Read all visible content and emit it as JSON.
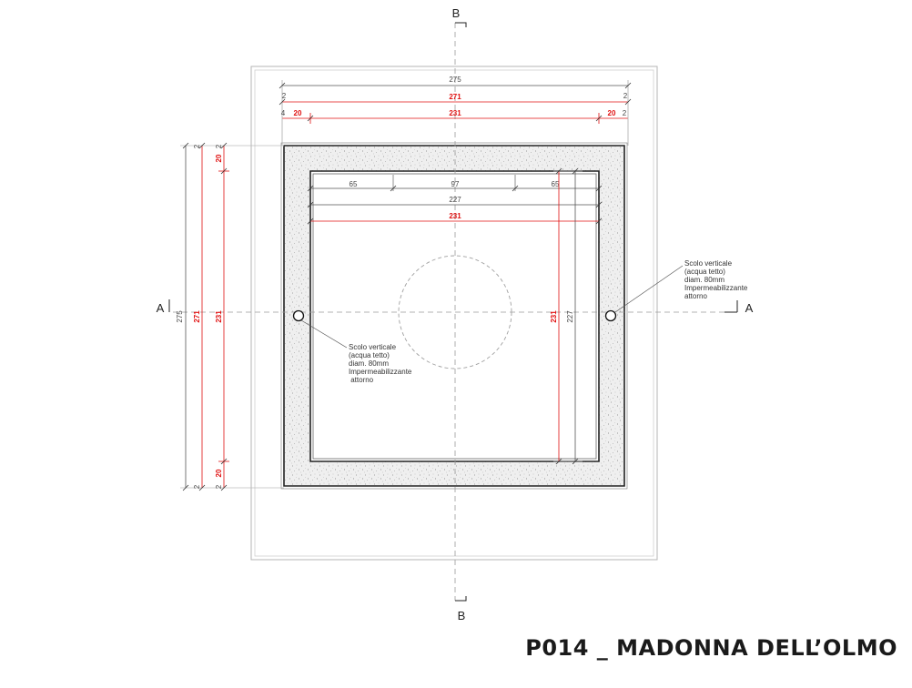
{
  "title": "P014 _ MADONNA DELL’OLMO",
  "section_markers": {
    "A": "A",
    "B": "B"
  },
  "dimensions": {
    "outer_total": "275",
    "red_271": "271",
    "thickness_20": "20",
    "inner_231": "231",
    "small_2": "2",
    "small_4": "4",
    "seg_65": "65",
    "seg_97": "97",
    "inner_227": "227"
  },
  "annotations": {
    "drain_left": [
      "Scolo verticale",
      "(acqua tetto)",
      "diam. 80mm",
      "Impermeabilizzante",
      " attorno"
    ],
    "drain_right": [
      "Scolo verticale",
      "(acqua tetto)",
      "diam. 80mm",
      "Impermeabilizzante",
      "attorno"
    ]
  },
  "colors": {
    "dimension_red": "#e01010",
    "line_gray": "#555555"
  }
}
